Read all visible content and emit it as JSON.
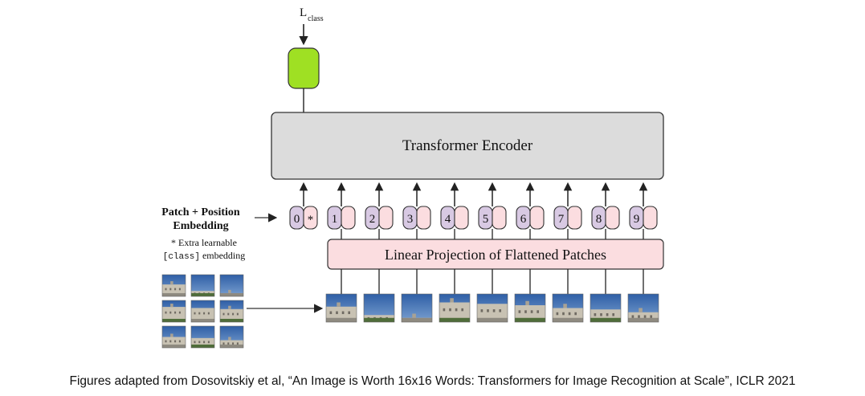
{
  "diagram": {
    "loss_label": "L",
    "loss_subscript": "class",
    "encoder_label": "Transformer Encoder",
    "projection_label": "Linear Projection of Flattened Patches",
    "embedding_label_line1": "Patch + Position",
    "embedding_label_line2": "Embedding",
    "note_line1": "* Extra learnable",
    "note_line2_code": "[class]",
    "note_line2_rest": " embedding",
    "class_token_marker": "*",
    "position_indices": [
      "0",
      "1",
      "2",
      "3",
      "4",
      "5",
      "6",
      "7",
      "8",
      "9"
    ],
    "patch_count": 9,
    "grid_rows": 3,
    "grid_cols": 3
  },
  "colors": {
    "head_fill": "#9fe023",
    "encoder_fill": "#dcdcdc",
    "projection_fill": "#fbdde0",
    "position_fill": "#d8c9e3",
    "patch_embed_fill": "#fbdde0",
    "sky": "#3f6fb3",
    "building": "#c8c2b3"
  },
  "caption": "Figures adapted from Dosovitskiy et al, “An Image is Worth 16x16 Words: Transformers for Image Recognition at Scale”, ICLR 2021"
}
